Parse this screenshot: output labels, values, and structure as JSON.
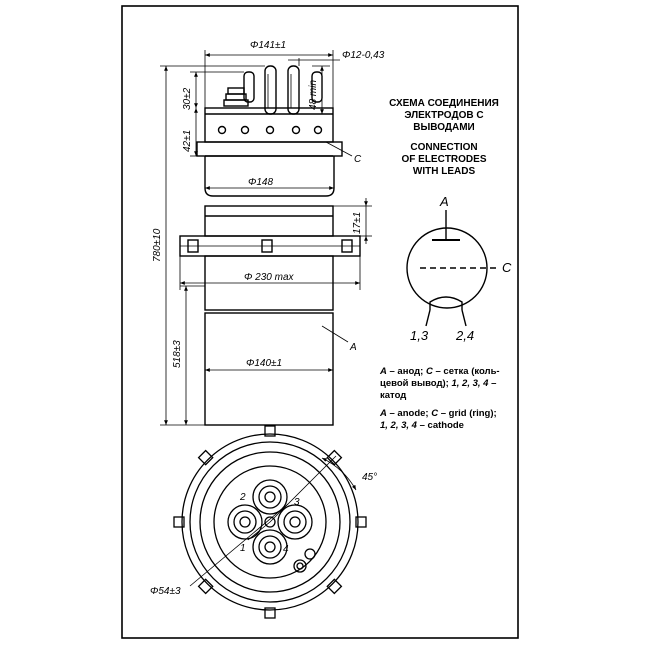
{
  "dimensions": {
    "d141": "Φ141±1",
    "d12": "Φ12-0,43",
    "h48": "48 min",
    "h30": "30±2",
    "h42": "42±1",
    "d148": "Φ148",
    "h17": "17±1",
    "h780": "780±10",
    "d230": "Φ 230 max",
    "h518": "518±3",
    "d140": "Φ140±1",
    "d54": "Φ54±3",
    "angle45": "45°"
  },
  "callouts": {
    "c": "C",
    "a": "A"
  },
  "schematic": {
    "title_ru_line1": "СХЕМА СОЕДИНЕНИЯ",
    "title_ru_line2": "ЭЛЕКТРОДОВ С",
    "title_ru_line3": "ВЫВОДАМИ",
    "title_en_line1": "CONNECTION",
    "title_en_line2": "OF ELECTRODES",
    "title_en_line3": "WITH LEADS",
    "label_anode": "A",
    "label_grid": "C",
    "label_leads_left": "1,3",
    "label_leads_right": "2,4"
  },
  "legend": {
    "ru_a": "A",
    "ru_a_text": " – анод; ",
    "ru_c": "C",
    "ru_c_text": " – сетка (коль-",
    "ru_line2": "цевой вывод); ",
    "ru_line2_nums": "1, 2, 3, 4",
    "ru_line2_dash": " –",
    "ru_line3": "катод",
    "en_a": "A",
    "en_a_text": " – anode; ",
    "en_c": "C",
    "en_c_text": " – grid (ring);",
    "en_line2_nums": "1, 2, 3, 4",
    "en_line2_text": " – cathode"
  },
  "pins": {
    "p1": "1",
    "p2": "2",
    "p3": "3",
    "p4": "4"
  }
}
